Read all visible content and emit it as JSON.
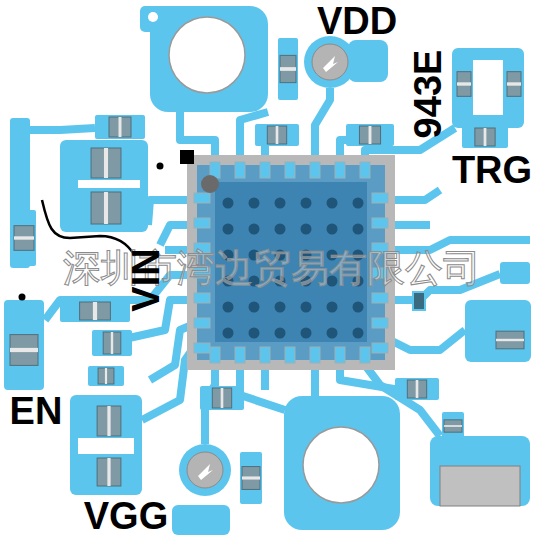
{
  "diagram": {
    "labels": [
      "VDD",
      "943E",
      "TRG",
      "深圳市湾边贸易有限公司",
      "VIN",
      "EN",
      "VGG"
    ]
  }
}
